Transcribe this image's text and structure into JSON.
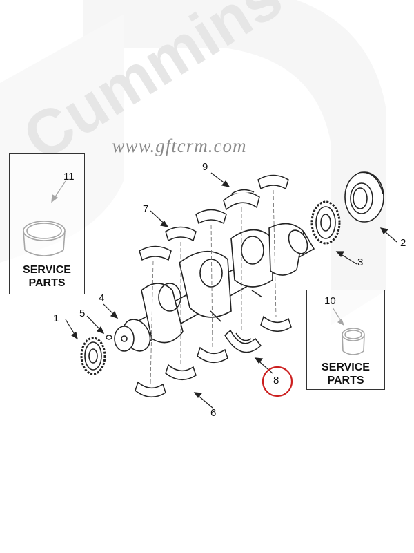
{
  "watermark": {
    "brand": "Cummins",
    "url": "www.gftcrm.com"
  },
  "service_box_left": {
    "line1": "SERVICE",
    "line2": "PARTS"
  },
  "service_box_right": {
    "line1": "SERVICE",
    "line2": "PARTS"
  },
  "callouts": {
    "c1": "1",
    "c2": "2",
    "c3": "3",
    "c4": "4",
    "c5": "5",
    "c6": "6",
    "c7": "7",
    "c8": "8",
    "c9": "9",
    "c10": "10",
    "c11": "11"
  },
  "highlight_color": "#cc1f1f"
}
